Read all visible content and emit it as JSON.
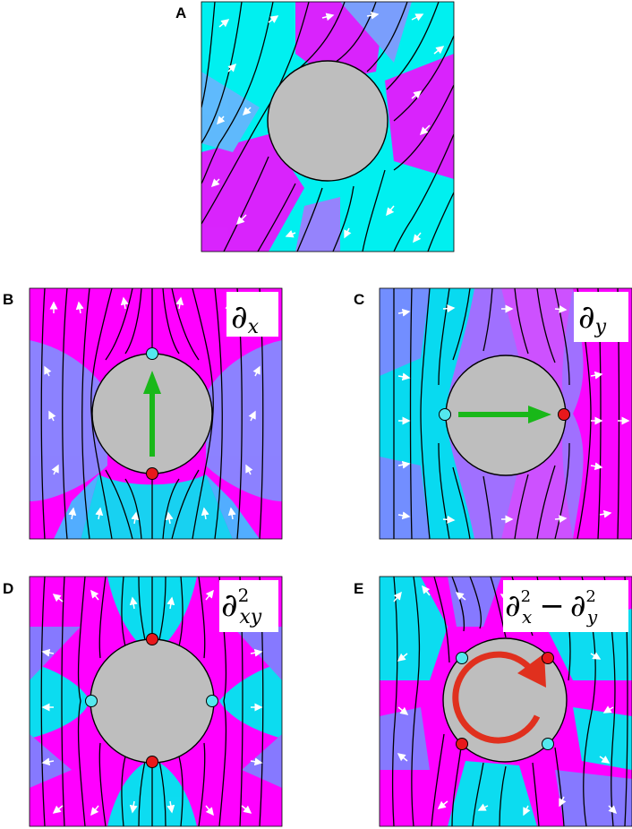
{
  "colors": {
    "cyan": "#00f0f0",
    "magenta": "#ff00ff",
    "inclusion": "#bebebe",
    "defect_red": "#e8181c",
    "defect_cyan": "#54e8ee",
    "arrow_green": "#19b819",
    "rotation_red": "#e0301e",
    "field_line": "#000000",
    "director_arrow": "#ffffff"
  },
  "panels": [
    {
      "id": "A",
      "letter": "A",
      "operator": {
        "base": "",
        "sup": "",
        "sub": ""
      },
      "marker": "none"
    },
    {
      "id": "B",
      "letter": "B",
      "operator": {
        "base": "∂",
        "sup": "",
        "sub": "x"
      },
      "marker": "arrow-up"
    },
    {
      "id": "C",
      "letter": "C",
      "operator": {
        "base": "∂",
        "sup": "",
        "sub": "y"
      },
      "marker": "arrow-right"
    },
    {
      "id": "D",
      "letter": "D",
      "operator": {
        "base": "∂",
        "sup": "2",
        "sub": "xy"
      },
      "marker": "none"
    },
    {
      "id": "E",
      "letter": "E",
      "operator": {
        "base": "∂",
        "sup": "2",
        "sub": "x",
        "minus": "−",
        "base2": "∂",
        "sup2": "2",
        "sub2": "y"
      },
      "marker": "rotation"
    }
  ]
}
